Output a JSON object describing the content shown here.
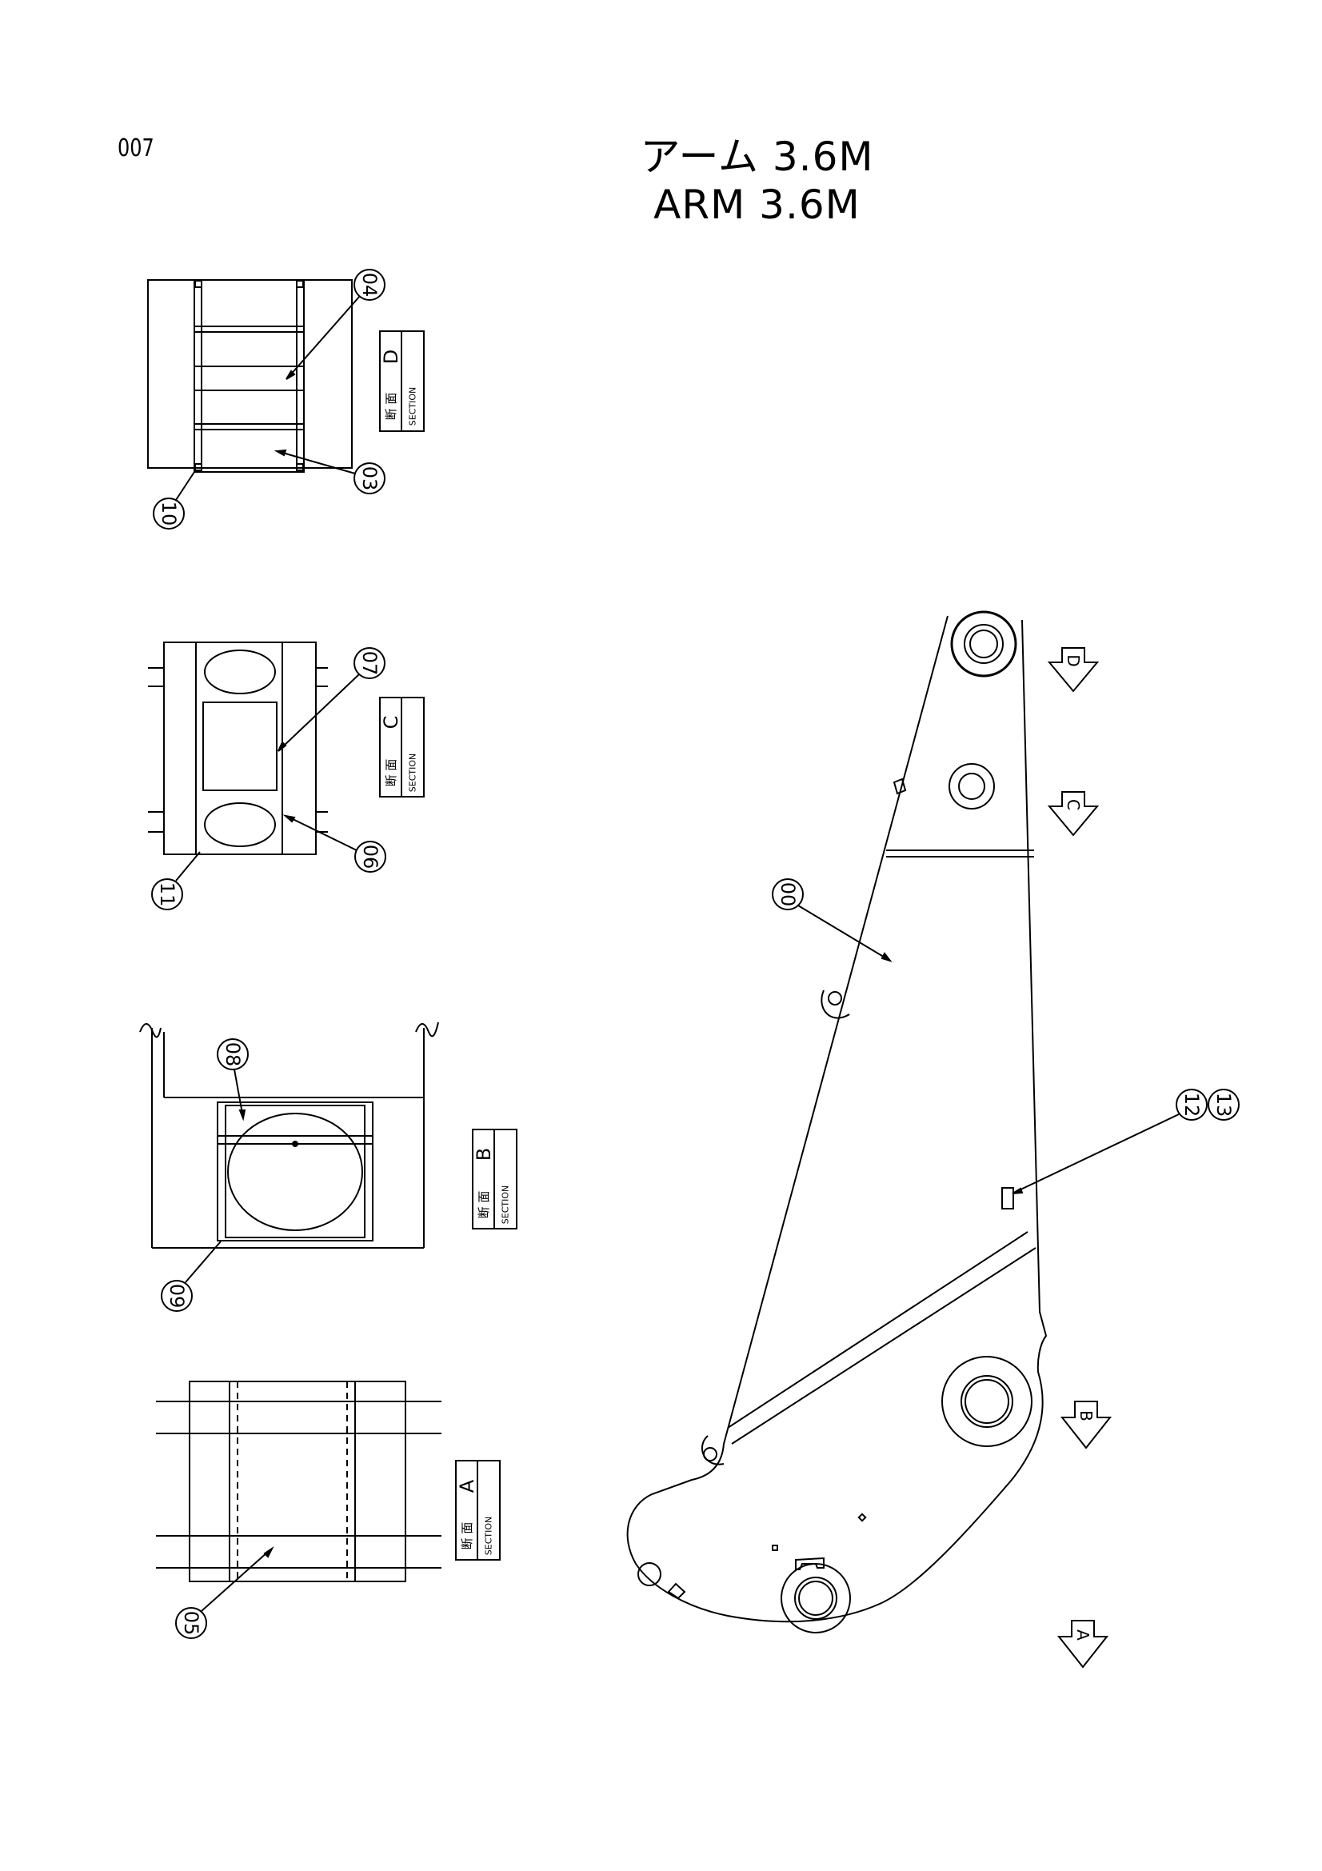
{
  "page_number": "007",
  "title_jp": "アーム 3.6M",
  "title_en": "ARM 3.6M",
  "section_word_jp": "断 面",
  "section_word_en": "SECTION",
  "sections": [
    {
      "letter": "D"
    },
    {
      "letter": "C"
    },
    {
      "letter": "B"
    },
    {
      "letter": "A"
    }
  ],
  "callouts": {
    "c00": "00",
    "c03": "03",
    "c04": "04",
    "c05": "05",
    "c06": "06",
    "c07": "07",
    "c08": "08",
    "c09": "09",
    "c10": "10",
    "c11": "11",
    "c12": "12",
    "c13": "13"
  },
  "arrows": {
    "d": "D",
    "c": "C",
    "b": "B",
    "a": "A"
  }
}
